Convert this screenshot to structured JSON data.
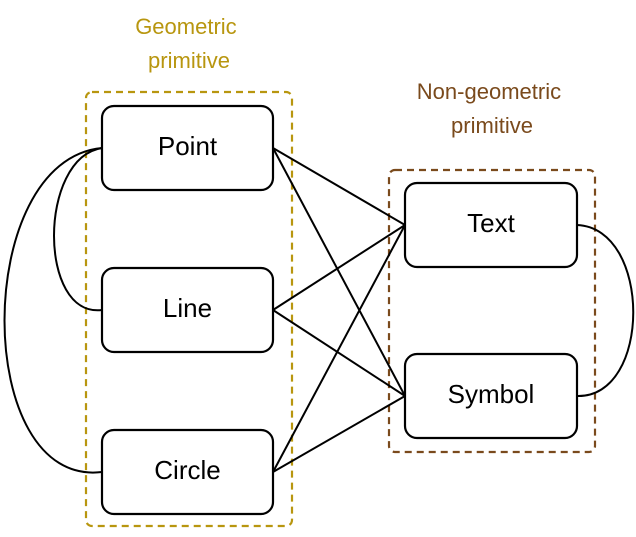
{
  "colors": {
    "geometric": "#b8960f",
    "non_geometric": "#7a4a1c",
    "node_border": "#000000",
    "edge": "#000000"
  },
  "groups": {
    "geometric": {
      "label_line1": "Geometric",
      "label_line2": "primitive"
    },
    "non_geometric": {
      "label_line1": "Non-geometric",
      "label_line2": "primitive"
    }
  },
  "nodes": {
    "point": "Point",
    "line": "Line",
    "circle": "Circle",
    "text": "Text",
    "symbol": "Symbol"
  }
}
